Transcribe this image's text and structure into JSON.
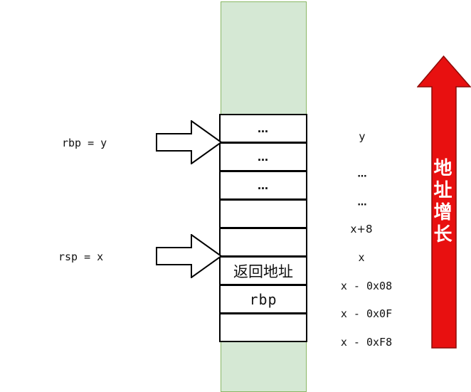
{
  "stack": {
    "cells": [
      "…",
      "…",
      "…",
      "",
      "",
      "返回地址",
      "rbp",
      ""
    ]
  },
  "pointers": {
    "rbp_label": "rbp = y",
    "rsp_label": "rsp = x"
  },
  "addresses": [
    "y",
    "…",
    "…",
    "x+8",
    "x",
    "x - 0x08",
    "x - 0x0F",
    "x - 0xF8"
  ],
  "address_growth_label": "地址增长",
  "colors": {
    "band_fill": "#d5e8d4",
    "band_stroke": "#8ab765",
    "cell_border": "#000000",
    "pointer_arrow_fill": "#ffffff",
    "growth_arrow_fill": "#e81010",
    "growth_arrow_stroke": "#8e0b08",
    "growth_text": "#ffffff"
  }
}
